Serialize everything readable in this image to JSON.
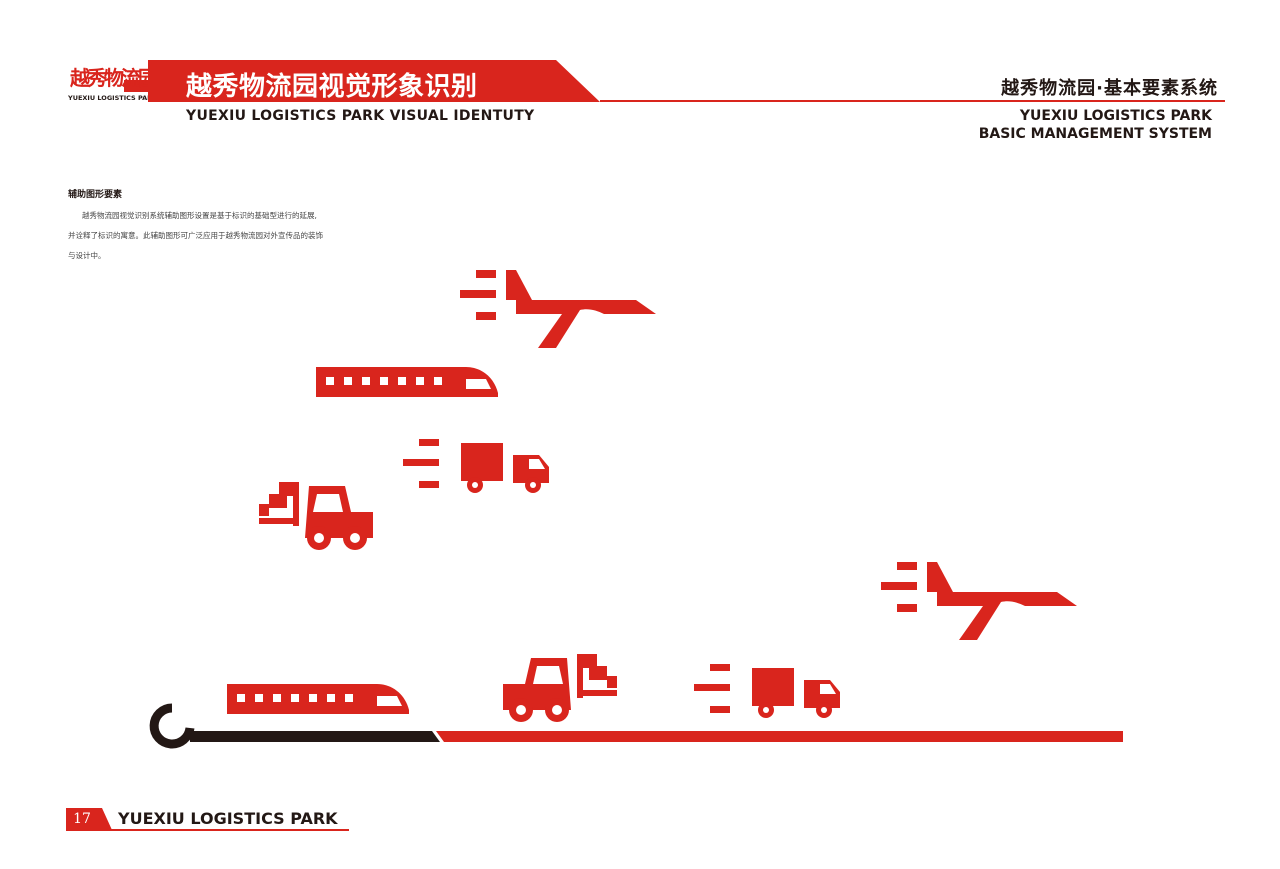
{
  "logo": {
    "cn": "越秀物流园",
    "en": "YUEXIU LOGISTICS PARK",
    "icon": "yuexiu-logo-mark"
  },
  "header": {
    "title_cn": "越秀物流园视觉形象识别",
    "title_en": "YUEXIU LOGISTICS PARK VISUAL IDENTUTY",
    "right_cn": "越秀物流园·基本要素系统",
    "right_en_line1": "YUEXIU LOGISTICS PARK",
    "right_en_line2": "BASIC MANAGEMENT SYSTEM"
  },
  "section": {
    "title": "辅助图形要素",
    "lines": [
      "越秀物流园视觉识别系统辅助图形设置是基于标识的基础型进行的延展,",
      "并诠释了标识的寓意。此辅助图形可广泛应用于越秀物流园对外宣传品的装饰",
      "与设计中。"
    ]
  },
  "graphics": {
    "icons": [
      "airplane-icon",
      "train-icon",
      "truck-icon",
      "forklift-icon",
      "track-bar"
    ],
    "colors": {
      "primary": "#d9251d",
      "dark": "#231815"
    }
  },
  "footer": {
    "page": "17",
    "label": "YUEXIU LOGISTICS PARK"
  }
}
